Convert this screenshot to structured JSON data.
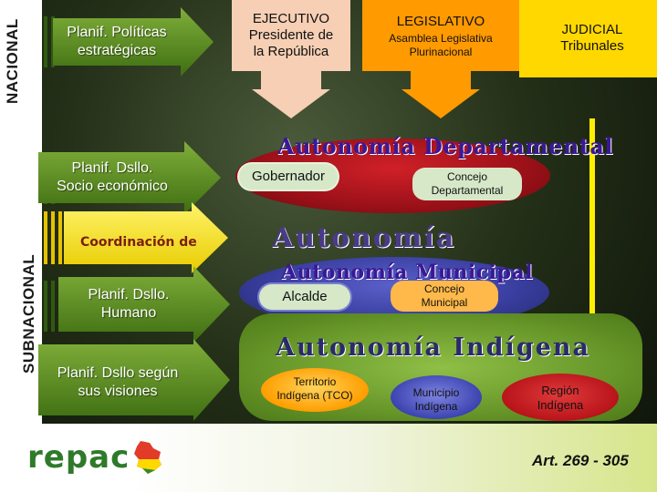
{
  "levels": {
    "national": "NACIONAL",
    "subnational": "SUBNACIONAL"
  },
  "left_arrows": [
    {
      "label": "Planif. Políticas\nestratégicas"
    },
    {
      "label": "Planif. Dsllo.\nSocio económico"
    },
    {
      "label": "Coordinación de"
    },
    {
      "label": "Planif. Dsllo.\nHumano"
    },
    {
      "label": "Planif. Dsllo según\nsus visiones"
    }
  ],
  "branches": {
    "executive": {
      "line1": "EJECUTIVO",
      "line2": "Presidente de\nla República"
    },
    "legislative": {
      "line1": "LEGISLATIVO",
      "line2": "Asamblea Legislativa\nPlurinacional"
    },
    "judicial": {
      "line1": "JUDICIAL",
      "line2": "Tribunales"
    }
  },
  "departmental": {
    "title": "Autonomía Departamental",
    "governor": "Gobernador",
    "council": "Concejo\nDepartamental"
  },
  "regional_title": "Autonomía",
  "municipal": {
    "title": "Autonomía Municipal",
    "mayor": "Alcalde",
    "council": "Concejo\nMunicipal"
  },
  "indigenous": {
    "title": "Autonomía Indígena",
    "territory": "Territorio\nIndígena (TCO)",
    "municipality": "Municipio\nIndígena",
    "region": "Región\nIndígena"
  },
  "footer": {
    "logo": "repac",
    "articles": "Art. 269 - 305"
  },
  "colors": {
    "green_arrow": "#5c8a1e",
    "yellow_arrow": "#f5e400",
    "executive": "#f4c3a6",
    "legislative": "#ff9900",
    "judicial": "#ffd800",
    "departmental": "#b0141a",
    "municipal": "#3a3fa0",
    "indigenous": "#6b9a2c"
  }
}
